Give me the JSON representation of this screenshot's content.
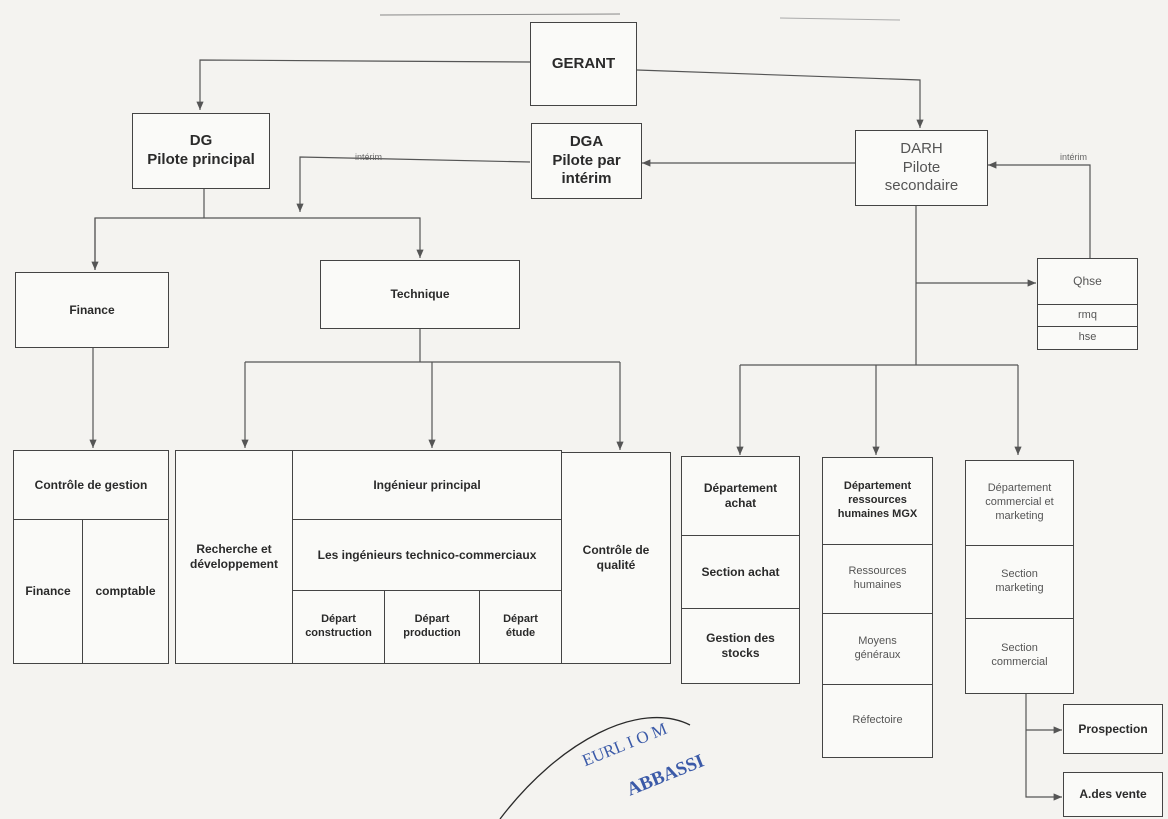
{
  "nodes": {
    "gerant": "GERANT",
    "dg": "DG\nPilote principal",
    "dga": "DGA\nPilote par\nintérim",
    "darh": "DARH\nPilote\nsecondaire",
    "finance": "Finance",
    "technique": "Technique",
    "qhse": "Qhse",
    "rmq": "rmq",
    "hse": "hse",
    "controle_gestion": "Contrôle de gestion",
    "finance_sub": "Finance",
    "comptable": "comptable",
    "recherche": "Recherche et\ndéveloppement",
    "ingenieur_principal": "Ingénieur principal",
    "ingenieurs_tc": "Les ingénieurs technico-commerciaux",
    "depart_construction": "Départ\nconstruction",
    "depart_production": "Départ\nproduction",
    "depart_etude": "Départ\nétude",
    "controle_qualite": "Contrôle de\nqualité",
    "dept_achat": "Département\nachat",
    "section_achat": "Section achat",
    "gestion_stocks": "Gestion des\nstocks",
    "dept_rh": "Département\nressources\nhumaines MGX",
    "rh": "Ressources\nhumaines",
    "moyens": "Moyens\ngénéraux",
    "refectoire": "Réfectoire",
    "dept_com": "Département\ncommercial et\nmarketing",
    "section_marketing": "Section\nmarketing",
    "section_commercial": "Section\ncommercial",
    "prospection": "Prospection",
    "a_des_vente": "A.des vente"
  },
  "labels": {
    "interim_left": "intérim",
    "interim_right": "intérim"
  },
  "stamp": {
    "line1": "EURL I O M",
    "line2": "ABBASSI"
  },
  "colors": {
    "line": "#555555",
    "stamp": "#3b5aa8"
  }
}
